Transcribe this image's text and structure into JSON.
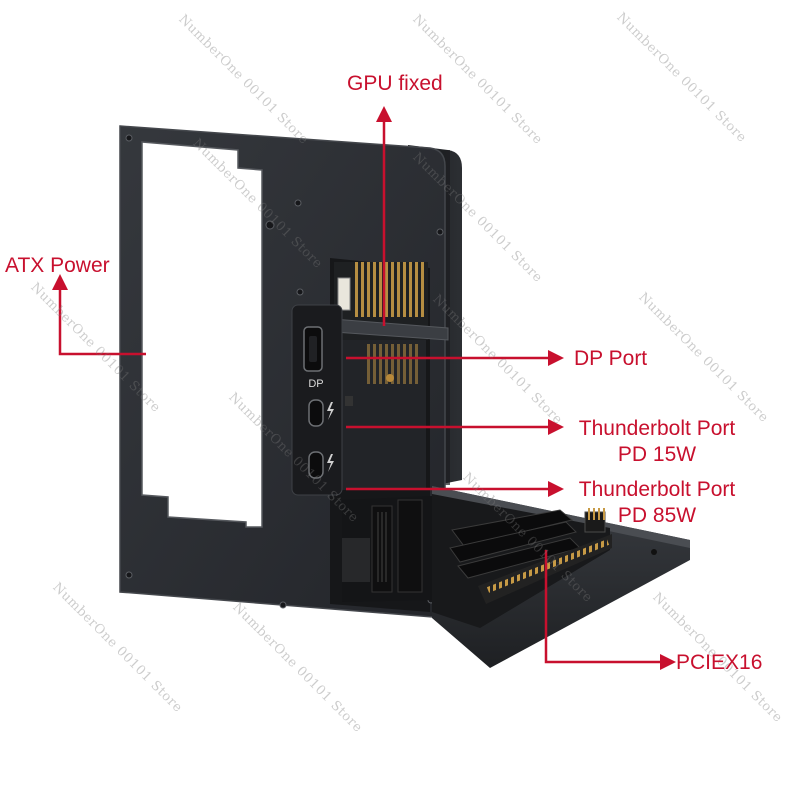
{
  "labels": {
    "gpu_fixed": "GPU fixed",
    "atx_power": "ATX Power",
    "dp_port": "DP Port",
    "tb_port_1": "Thunderbolt Port",
    "tb_port_1_power": "PD 15W",
    "tb_port_2": "Thunderbolt Port",
    "tb_port_2_power": "PD 85W",
    "pciex16": "PCIEX16"
  },
  "panel_marking": "DP",
  "watermark": "NumberOne 00101 Store",
  "colors": {
    "accent": "#c8102e",
    "frame": "#2b2d31",
    "frame_edge": "#44474c",
    "board": "#1a1b1d",
    "gold": "#b8893a"
  },
  "icons": {
    "thunderbolt": "lightning-bolt-icon"
  }
}
